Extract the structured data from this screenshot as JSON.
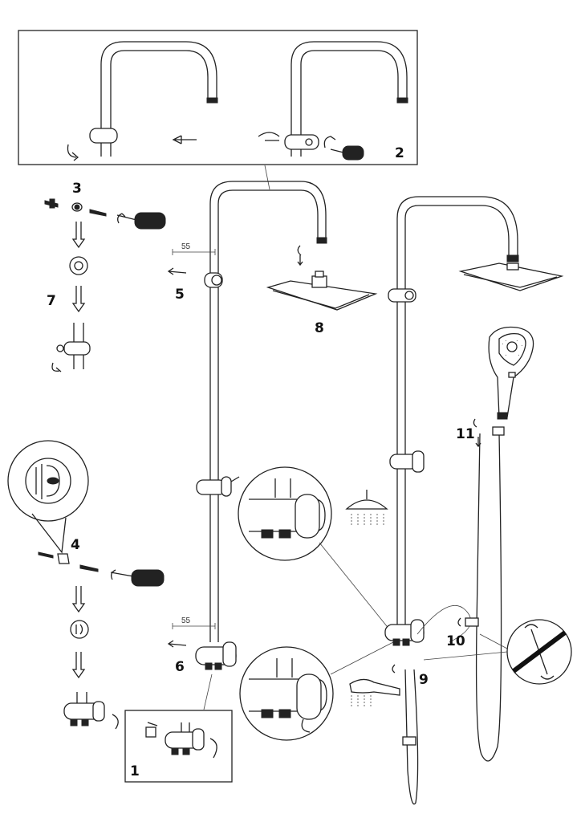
{
  "steps": {
    "s1": "1",
    "s2": "2",
    "s3": "3",
    "s4": "4",
    "s5": "5",
    "s6": "6",
    "s7": "7",
    "s8": "8",
    "s9": "9",
    "s10": "10",
    "s11": "11"
  },
  "dimensions": {
    "upper_offset": "55",
    "lower_offset": "55"
  },
  "colors": {
    "line": "#222222",
    "paper": "#ffffff"
  },
  "icons": [
    "rain-shower-head-icon",
    "hand-shower-spray-icon",
    "wrench-prohibited-icon"
  ]
}
